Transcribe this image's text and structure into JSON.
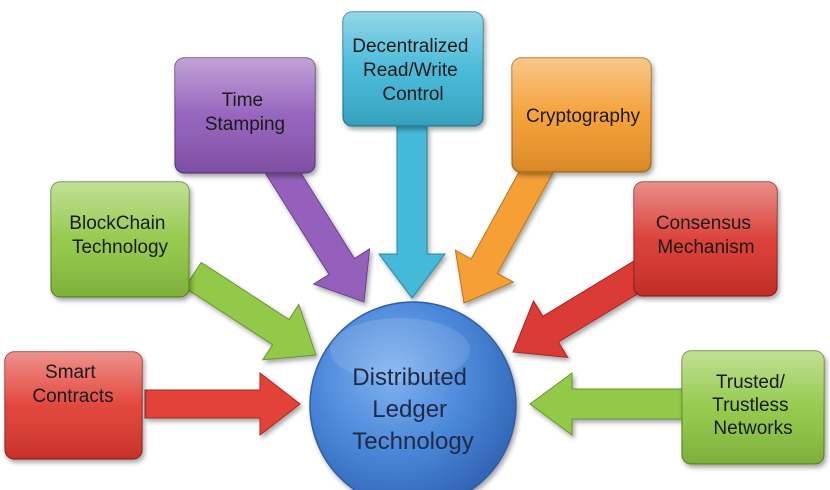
{
  "center": {
    "lines": [
      "Distributed",
      "Ledger",
      "Technology"
    ]
  },
  "nodes": [
    {
      "id": "smart-contracts",
      "lines": [
        "Smart",
        "Contracts"
      ],
      "color": "#e0382f"
    },
    {
      "id": "blockchain-technology",
      "lines": [
        "BlockChain",
        "Technology"
      ],
      "color": "#8dc63f"
    },
    {
      "id": "time-stamping",
      "lines": [
        "Time",
        "Stamping"
      ],
      "color": "#8e59b8"
    },
    {
      "id": "decentralized-read-write-control",
      "lines": [
        "Decentralized",
        "Read/Write",
        "Control"
      ],
      "color": "#3bb5d6"
    },
    {
      "id": "cryptography",
      "lines": [
        "Cryptography"
      ],
      "color": "#f49a2a"
    },
    {
      "id": "consensus-mechanism",
      "lines": [
        "Consensus",
        "Mechanism"
      ],
      "color": "#d9312b"
    },
    {
      "id": "trusted-trustless-networks",
      "lines": [
        "Trusted/",
        "Trustless",
        "Networks"
      ],
      "color": "#8dc63f"
    }
  ],
  "colors": {
    "center": "#4a86d8"
  }
}
